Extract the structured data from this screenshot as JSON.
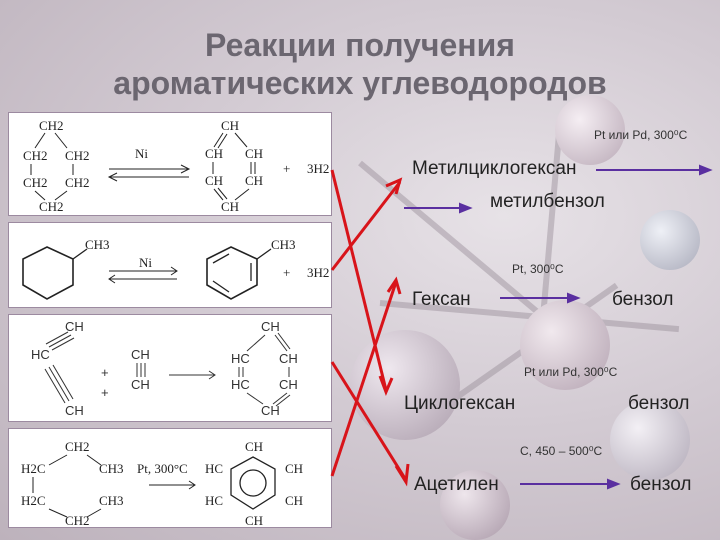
{
  "title": {
    "line1": "Реакции получения",
    "line2": "ароматических углеводородов"
  },
  "equations": {
    "eq1": {
      "top": "CH2",
      "l1": "CH2",
      "l2": "CH2",
      "l3": "CH2",
      "l4": "CH2",
      "bottom": "CH2",
      "catalyst": "Ni",
      "p_top": "CH",
      "p1": "CH",
      "p2": "CH",
      "p3": "CH",
      "p4": "CH",
      "p_bottom": "CH",
      "plus": "+",
      "h2": "3H2"
    },
    "eq2": {
      "ch3_left": "CH3",
      "catalyst": "Ni",
      "ch3_right": "CH3",
      "plus": "+",
      "h2": "3H2"
    },
    "eq3": {
      "r1": "CH",
      "r2": "HC",
      "r3": "CH",
      "r4": "CH",
      "r5": "CH",
      "plus": "+",
      "p_top": "CH",
      "p1": "HC",
      "p2": "CH",
      "p3": "HC",
      "p4": "CH",
      "p_bottom": "CH"
    },
    "eq4": {
      "top": "CH2",
      "l1": "H2C",
      "r1": "CH3",
      "l2": "H2C",
      "r2": "CH3",
      "bottom": "CH2",
      "condition": "Pt, 300°C",
      "p_top": "CH",
      "p1": "HC",
      "p2": "CH",
      "p3": "HC",
      "p4": "CH",
      "p_bottom": "CH"
    }
  },
  "reactions": {
    "r1": {
      "condition": "Pt или Pd, 300⁰C",
      "reactant": "Метилциклогексан",
      "product": "метилбензол"
    },
    "r2": {
      "condition": "Pt, 300⁰C",
      "reactant": "Гексан",
      "product": "бензол"
    },
    "r3": {
      "condition": "Pt или Pd, 300⁰C",
      "reactant": "Циклогексан",
      "product": "бензол"
    },
    "r4": {
      "condition": "C, 450 – 500⁰C",
      "reactant": "Ацетилен",
      "product": "бензол"
    }
  },
  "colors": {
    "title": "#6b6670",
    "arrow": "#5a2fa0",
    "cross": "#d8141a",
    "box_border": "#9c8aa0"
  }
}
